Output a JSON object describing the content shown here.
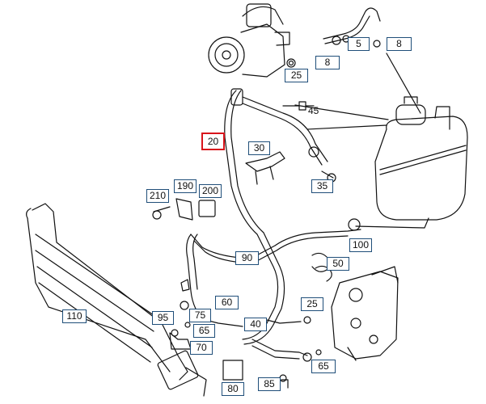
{
  "diagram": {
    "selected_part": "20",
    "callouts": [
      {
        "id": "c5",
        "label": "5"
      },
      {
        "id": "c8a",
        "label": "8"
      },
      {
        "id": "c8b",
        "label": "8"
      },
      {
        "id": "c25a",
        "label": "25"
      },
      {
        "id": "c20",
        "label": "20"
      },
      {
        "id": "c30",
        "label": "30"
      },
      {
        "id": "c35",
        "label": "35"
      },
      {
        "id": "c190",
        "label": "190"
      },
      {
        "id": "c210",
        "label": "210"
      },
      {
        "id": "c200",
        "label": "200"
      },
      {
        "id": "c90",
        "label": "90"
      },
      {
        "id": "c100",
        "label": "100"
      },
      {
        "id": "c50",
        "label": "50"
      },
      {
        "id": "c110",
        "label": "110"
      },
      {
        "id": "c60",
        "label": "60"
      },
      {
        "id": "c95",
        "label": "95"
      },
      {
        "id": "c75",
        "label": "75"
      },
      {
        "id": "c65a",
        "label": "65"
      },
      {
        "id": "c70",
        "label": "70"
      },
      {
        "id": "c40",
        "label": "40"
      },
      {
        "id": "c25b",
        "label": "25"
      },
      {
        "id": "c65b",
        "label": "65"
      },
      {
        "id": "c85",
        "label": "85"
      },
      {
        "id": "c80",
        "label": "80"
      }
    ],
    "plain_labels": [
      {
        "id": "p45",
        "label": "45"
      }
    ],
    "colors": {
      "callout_border": "#1f4e79",
      "selected_border": "#d8141b",
      "line": "#111111"
    }
  }
}
